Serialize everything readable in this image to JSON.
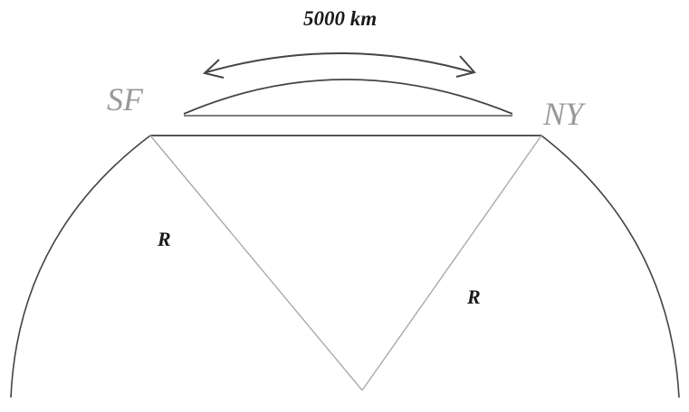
{
  "labels": {
    "distance": "5000 km",
    "city_left": "SF",
    "city_right": "NY",
    "radius_left": "R",
    "radius_right": "R"
  },
  "colors": {
    "stroke": "#444444",
    "radius_line": "#aaaaaa",
    "city_text": "#999999",
    "label_text": "#1a1a1a"
  }
}
